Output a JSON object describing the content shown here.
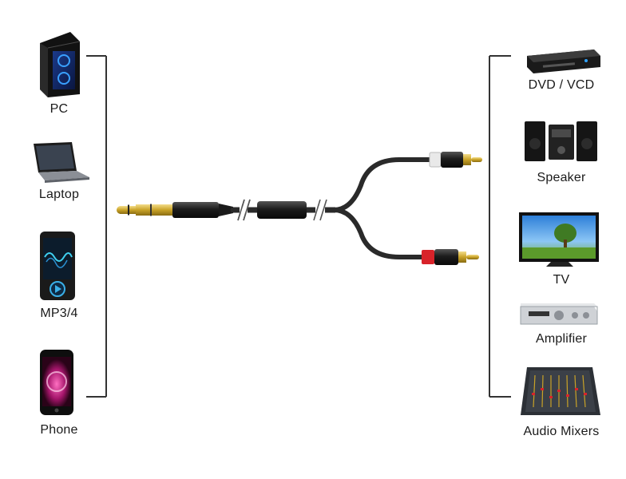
{
  "left_devices": [
    {
      "label": "PC",
      "icon": "pc-tower-icon"
    },
    {
      "label": "Laptop",
      "icon": "laptop-icon"
    },
    {
      "label": "MP3/4",
      "icon": "mp3-player-icon"
    },
    {
      "label": "Phone",
      "icon": "smartphone-icon"
    }
  ],
  "right_devices": [
    {
      "label": "DVD / VCD",
      "icon": "dvd-player-icon"
    },
    {
      "label": "Speaker",
      "icon": "speaker-system-icon"
    },
    {
      "label": "TV",
      "icon": "tv-icon"
    },
    {
      "label": "Amplifier",
      "icon": "amplifier-icon"
    },
    {
      "label": "Audio Mixers",
      "icon": "audio-mixer-icon"
    }
  ],
  "cable": {
    "plug": "6.35mm TRS jack",
    "connectors": [
      "white RCA plug",
      "red RCA plug"
    ]
  },
  "colors": {
    "rca_white": "#e9e9e9",
    "rca_red": "#d8232a",
    "gold": "#c9a227",
    "cable": "#2a2a2a"
  }
}
